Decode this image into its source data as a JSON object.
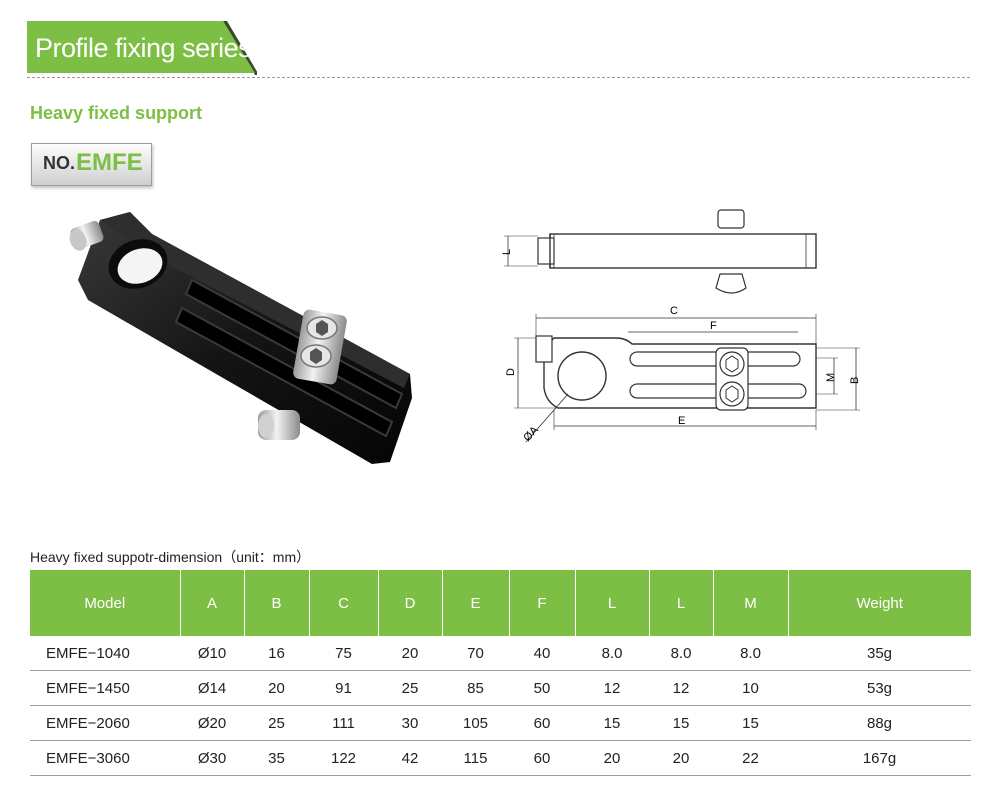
{
  "header": {
    "title": "Profile fixing series",
    "accent_color": "#7dbf44"
  },
  "product": {
    "subtitle": "Heavy fixed support",
    "model_prefix": "NO.",
    "model_code": "EMFE"
  },
  "drawing": {
    "labels": {
      "L": "L",
      "C": "C",
      "F": "F",
      "D": "D",
      "M": "M",
      "B": "B",
      "E": "E",
      "A": "ØA"
    }
  },
  "table": {
    "caption": "Heavy fixed suppotr-dimension（unit：mm）",
    "headers": [
      "Model",
      "A",
      "B",
      "C",
      "D",
      "E",
      "F",
      "L",
      "L",
      "M",
      "Weight"
    ],
    "rows": [
      [
        "EMFE−1040",
        "Ø10",
        "16",
        "75",
        "20",
        "70",
        "40",
        "8.0",
        "8.0",
        "8.0",
        "35g"
      ],
      [
        "EMFE−1450",
        "Ø14",
        "20",
        "91",
        "25",
        "85",
        "50",
        "12",
        "12",
        "10",
        "53g"
      ],
      [
        "EMFE−2060",
        "Ø20",
        "25",
        "111",
        "30",
        "105",
        "60",
        "15",
        "15",
        "15",
        "88g"
      ],
      [
        "EMFE−3060",
        "Ø30",
        "35",
        "122",
        "42",
        "115",
        "60",
        "20",
        "20",
        "22",
        "167g"
      ]
    ]
  }
}
